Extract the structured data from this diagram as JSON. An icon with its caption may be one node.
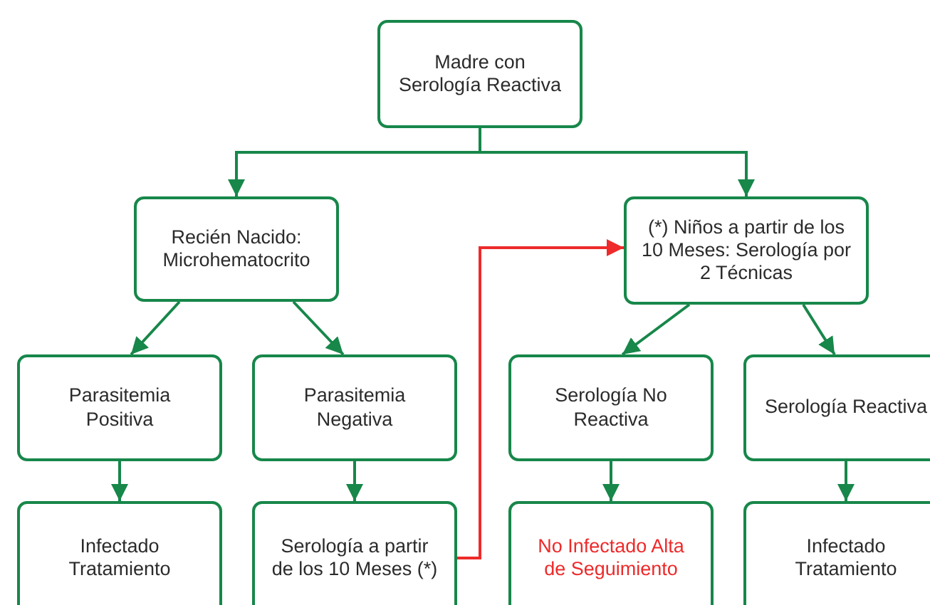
{
  "diagram": {
    "nodes": [
      {
        "text": [
          "Madre con Serología Reactiva"
        ]
      },
      {
        "text": [
          "Recién Nacido: Microhematocrito"
        ]
      },
      {
        "text": [
          "(*) Niños a partir de los 10 Meses: Serología por 2 Técnicas"
        ]
      },
      {
        "text": [
          "Parasitemia Positiva"
        ]
      },
      {
        "text": [
          "Parasitemia Negativa"
        ]
      },
      {
        "text": [
          "Serología No Reactiva"
        ]
      },
      {
        "text": [
          "Serología Reactiva"
        ]
      },
      {
        "text": [
          "Infectado Tratamiento"
        ]
      },
      {
        "text": [
          "Serología a partir de los 10 Meses (*)"
        ]
      },
      {
        "text": [
          "No Infectado Alta de Seguimiento"
        ]
      },
      {
        "text": [
          "Infectado Tratamiento"
        ]
      }
    ],
    "edges": [
      {
        "from": 0,
        "to": 1,
        "arrow": "to"
      },
      {
        "from": 0,
        "to": 2,
        "arrow": "to"
      },
      {
        "from": 1,
        "to": 3,
        "arrow": "to"
      },
      {
        "from": 1,
        "to": 4,
        "arrow": "to"
      },
      {
        "from": 2,
        "to": 5,
        "arrow": "to"
      },
      {
        "from": 2,
        "to": 6,
        "arrow": "to"
      },
      {
        "from": 3,
        "to": 7,
        "arrow": "to"
      },
      {
        "from": 4,
        "to": 8,
        "arrow": "to"
      },
      {
        "from": 5,
        "to": 9,
        "arrow": "to"
      },
      {
        "from": 6,
        "to": 10,
        "arrow": "to"
      },
      {
        "from": 8,
        "to": 2,
        "arrow": "to",
        "color": "#ee2a2a"
      }
    ]
  }
}
